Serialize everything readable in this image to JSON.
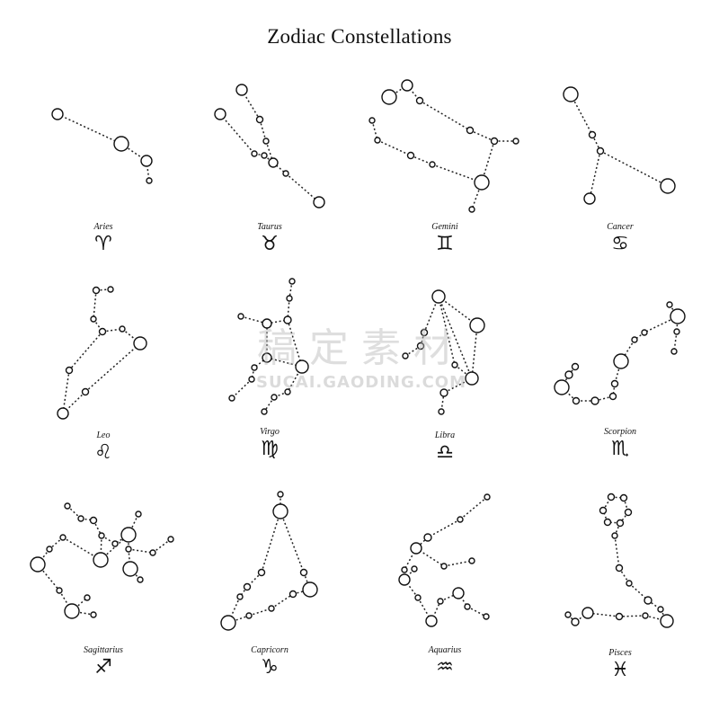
{
  "title": "Zodiac Constellations",
  "watermark": {
    "cn": "稿定素材",
    "en": "SUCAI.GAODING.COM"
  },
  "constellations": [
    {
      "name": "Aries",
      "glyph": "♈"
    },
    {
      "name": "Taurus",
      "glyph": "♉"
    },
    {
      "name": "Gemini",
      "glyph": "♊"
    },
    {
      "name": "Cancer",
      "glyph": "♋"
    },
    {
      "name": "Leo",
      "glyph": "♌"
    },
    {
      "name": "Virgo",
      "glyph": "♍"
    },
    {
      "name": "Libra",
      "glyph": "♎"
    },
    {
      "name": "Scorpion",
      "glyph": "♏"
    },
    {
      "name": "Sagittarius",
      "glyph": "♐"
    },
    {
      "name": "Capricorn",
      "glyph": "♑"
    },
    {
      "name": "Aquarius",
      "glyph": "♒"
    },
    {
      "name": "Pisces",
      "glyph": "♓"
    }
  ]
}
